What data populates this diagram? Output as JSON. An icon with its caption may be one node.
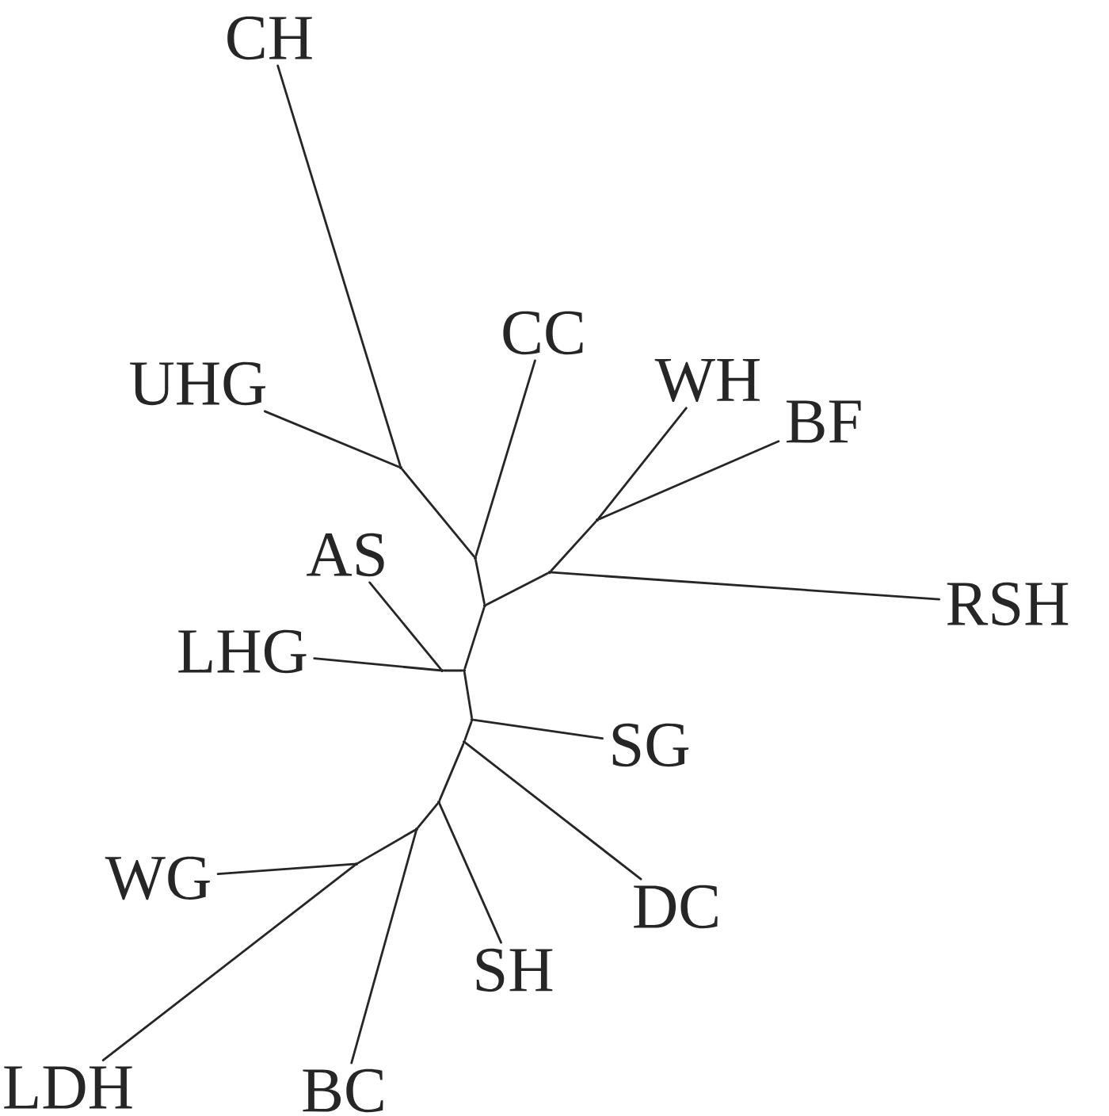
{
  "diagram": {
    "nodes": [
      {
        "text": [
          "CH"
        ]
      },
      {
        "text": [
          "UHG"
        ]
      },
      {
        "text": [
          "CC"
        ]
      },
      {
        "text": [
          "WH"
        ]
      },
      {
        "text": [
          "BF"
        ]
      },
      {
        "text": [
          "RSH"
        ]
      },
      {
        "text": [
          "AS"
        ]
      },
      {
        "text": [
          "LHG"
        ]
      },
      {
        "text": [
          "SG"
        ]
      },
      {
        "text": [
          "DC"
        ]
      },
      {
        "text": [
          "SH"
        ]
      },
      {
        "text": [
          "BC"
        ]
      },
      {
        "text": [
          "WG"
        ]
      },
      {
        "text": [
          "LDH"
        ]
      },
      {
        "text": [],
        "shape": "point"
      },
      {
        "text": [],
        "shape": "point"
      },
      {
        "text": [],
        "shape": "point"
      },
      {
        "text": [],
        "shape": "point"
      },
      {
        "text": [],
        "shape": "point"
      },
      {
        "text": [],
        "shape": "point"
      },
      {
        "text": [],
        "shape": "point"
      },
      {
        "text": [],
        "shape": "point"
      },
      {
        "text": [],
        "shape": "point"
      },
      {
        "text": [],
        "shape": "point"
      },
      {
        "text": [],
        "shape": "point"
      },
      {
        "text": [],
        "shape": "point"
      }
    ],
    "edges": [
      {
        "from": 0,
        "to": 14,
        "arrow": "none"
      },
      {
        "from": 1,
        "to": 14,
        "arrow": "none"
      },
      {
        "from": 14,
        "to": 15,
        "arrow": "none"
      },
      {
        "from": 2,
        "to": 15,
        "arrow": "none"
      },
      {
        "from": 15,
        "to": 16,
        "arrow": "none"
      },
      {
        "from": 16,
        "to": 17,
        "arrow": "none"
      },
      {
        "from": 17,
        "to": 5,
        "arrow": "none"
      },
      {
        "from": 17,
        "to": 18,
        "arrow": "none"
      },
      {
        "from": 18,
        "to": 3,
        "arrow": "none"
      },
      {
        "from": 18,
        "to": 4,
        "arrow": "none"
      },
      {
        "from": 16,
        "to": 20,
        "arrow": "none"
      },
      {
        "from": 20,
        "to": 19,
        "arrow": "none"
      },
      {
        "from": 19,
        "to": 6,
        "arrow": "none"
      },
      {
        "from": 19,
        "to": 7,
        "arrow": "none"
      },
      {
        "from": 20,
        "to": 21,
        "arrow": "none"
      },
      {
        "from": 21,
        "to": 8,
        "arrow": "none"
      },
      {
        "from": 21,
        "to": 22,
        "arrow": "none"
      },
      {
        "from": 22,
        "to": 9,
        "arrow": "none"
      },
      {
        "from": 22,
        "to": 23,
        "arrow": "none"
      },
      {
        "from": 23,
        "to": 10,
        "arrow": "none"
      },
      {
        "from": 23,
        "to": 24,
        "arrow": "none"
      },
      {
        "from": 24,
        "to": 11,
        "arrow": "none"
      },
      {
        "from": 24,
        "to": 25,
        "arrow": "none"
      },
      {
        "from": 25,
        "to": 12,
        "arrow": "none"
      },
      {
        "from": 25,
        "to": 13,
        "arrow": "none"
      }
    ]
  }
}
